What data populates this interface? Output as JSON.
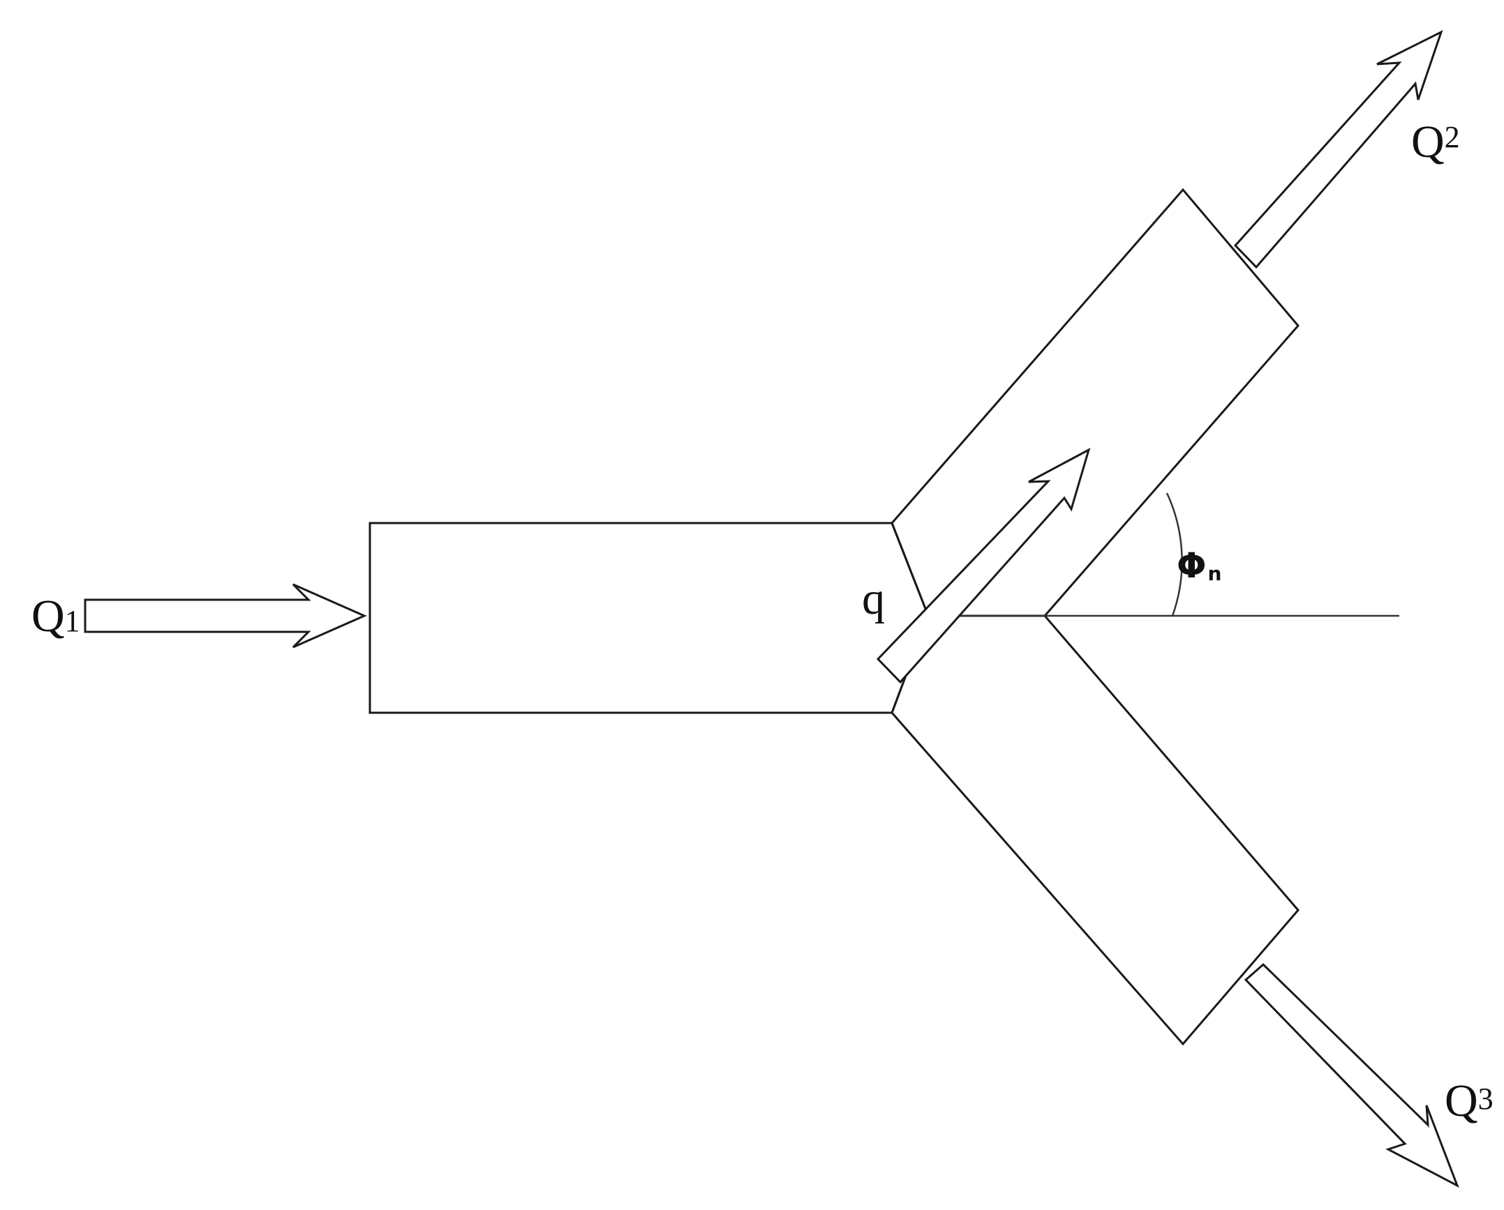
{
  "labels": {
    "q1_main": "Q",
    "q1_sub": "1",
    "q2_main": "Q",
    "q2_sub": "2",
    "q3_main": "Q",
    "q3_sub": "3",
    "q": "q",
    "phi_main": "Φ",
    "phi_sub": "n"
  }
}
